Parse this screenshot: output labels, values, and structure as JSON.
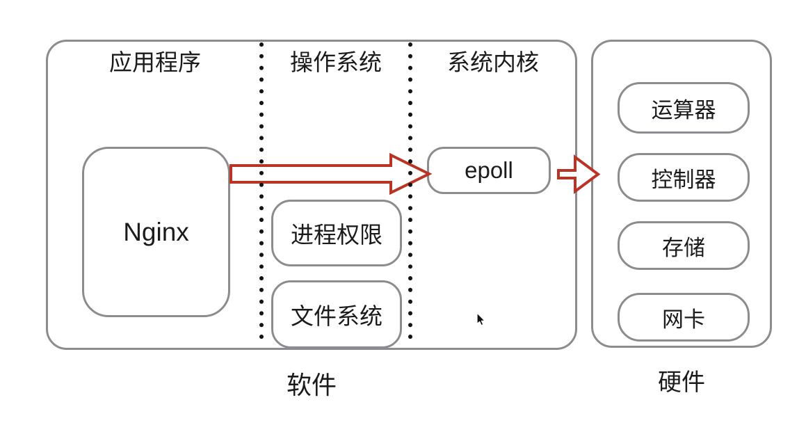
{
  "software": {
    "caption": "软件",
    "columns": [
      {
        "header": "应用程序"
      },
      {
        "header": "操作系统"
      },
      {
        "header": "系统内核"
      }
    ],
    "nginx_label": "Nginx",
    "process_permission_label": "进程权限",
    "file_system_label": "文件系统",
    "epoll_label": "epoll"
  },
  "hardware": {
    "caption": "硬件",
    "boxes": [
      "运算器",
      "控制器",
      "存储",
      "网卡"
    ]
  },
  "colors": {
    "border-gray": "#8c8c90",
    "arrow-red": "#b93425",
    "text-dark": "#1b1b1b",
    "dot-black": "#141414",
    "background": "#ffffff"
  }
}
